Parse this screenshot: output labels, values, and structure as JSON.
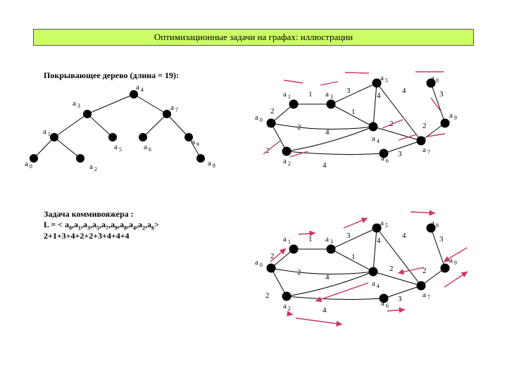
{
  "header": {
    "title": "Оптимизационные задачи на графах: иллюстрации"
  },
  "spanning_tree": {
    "heading": "Покрывающее дерево (длина = 19):",
    "nodes": [
      {
        "id": "a4",
        "label": "a",
        "sub": "4"
      },
      {
        "id": "a3",
        "label": "a",
        "sub": "3"
      },
      {
        "id": "a7",
        "label": "a",
        "sub": "7"
      },
      {
        "id": "a1",
        "label": "a",
        "sub": "1"
      },
      {
        "id": "a5",
        "label": "a",
        "sub": "5"
      },
      {
        "id": "a6",
        "label": "a",
        "sub": "6"
      },
      {
        "id": "a9",
        "label": "a",
        "sub": "9"
      },
      {
        "id": "a0",
        "label": "a",
        "sub": "0"
      },
      {
        "id": "a2",
        "label": "a",
        "sub": "2"
      },
      {
        "id": "a8",
        "label": "a",
        "sub": "8"
      }
    ],
    "edges": [
      [
        "a4",
        "a3"
      ],
      [
        "a4",
        "a7"
      ],
      [
        "a3",
        "a1"
      ],
      [
        "a3",
        "a5"
      ],
      [
        "a7",
        "a6"
      ],
      [
        "a7",
        "a9"
      ],
      [
        "a1",
        "a0"
      ],
      [
        "a1",
        "a2"
      ],
      [
        "a9",
        "a8"
      ]
    ]
  },
  "graph": {
    "nodes": [
      {
        "id": "a0",
        "label": "a",
        "sub": "0"
      },
      {
        "id": "a1",
        "label": "a",
        "sub": "1"
      },
      {
        "id": "a2",
        "label": "a",
        "sub": "2"
      },
      {
        "id": "a3",
        "label": "a",
        "sub": "3"
      },
      {
        "id": "a4",
        "label": "a",
        "sub": "4"
      },
      {
        "id": "a5",
        "label": "a",
        "sub": "5"
      },
      {
        "id": "a6",
        "label": "a",
        "sub": "6"
      },
      {
        "id": "a7",
        "label": "a",
        "sub": "7"
      },
      {
        "id": "a8",
        "label": "a",
        "sub": "8"
      },
      {
        "id": "a9",
        "label": "a",
        "sub": "9"
      }
    ],
    "edges": [
      {
        "from": "a0",
        "to": "a1",
        "weight": "2"
      },
      {
        "from": "a1",
        "to": "a3",
        "weight": "1"
      },
      {
        "from": "a0",
        "to": "a4",
        "weight": "2"
      },
      {
        "from": "a0",
        "to": "a2",
        "weight": "2"
      },
      {
        "from": "a3",
        "to": "a5",
        "weight": "3"
      },
      {
        "from": "a3",
        "to": "a4",
        "weight": "1"
      },
      {
        "from": "a2",
        "to": "a4",
        "weight": "4"
      },
      {
        "from": "a2",
        "to": "a6",
        "weight": "4"
      },
      {
        "from": "a5",
        "to": "a4",
        "weight": "4"
      },
      {
        "from": "a5",
        "to": "a7",
        "weight": "4"
      },
      {
        "from": "a8",
        "to": "a9",
        "weight": "3"
      },
      {
        "from": "a4",
        "to": "a7",
        "weight": "2"
      },
      {
        "from": "a7",
        "to": "a9",
        "weight": "2"
      },
      {
        "from": "a6",
        "to": "a7",
        "weight": "3"
      }
    ]
  },
  "tsp": {
    "heading": "Задача коммивояжера :",
    "route_prefix": "L = < ",
    "route": [
      "0",
      "1",
      "3",
      "5",
      "7",
      "9",
      "8",
      "4",
      "2",
      "6"
    ],
    "route_suffix": ">",
    "sum": "2+1+3+4+2+2+3+4+4+4"
  },
  "colors": {
    "title_bg": "#ccff66",
    "highlight": "#cc3366",
    "node": "#000000"
  }
}
